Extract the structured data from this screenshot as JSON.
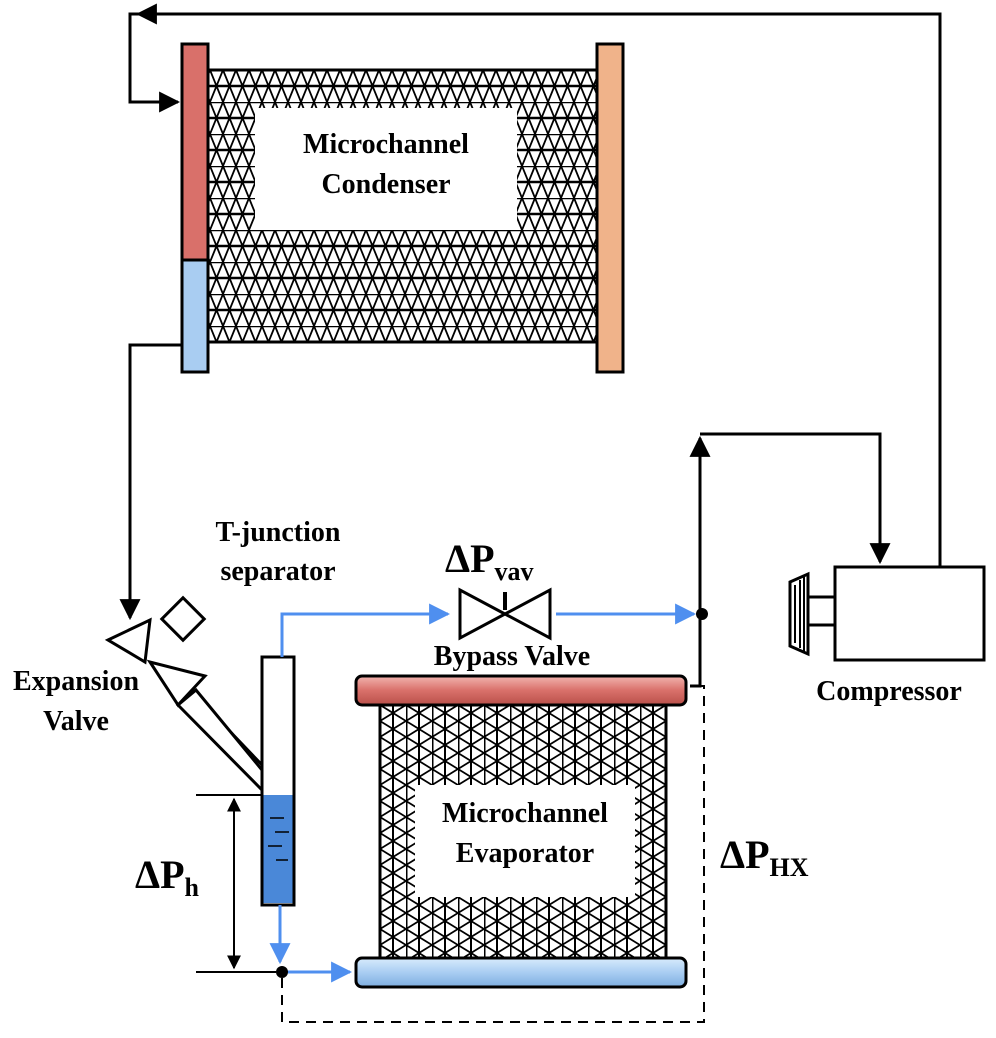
{
  "labels": {
    "condenser_line1": "Microchannel",
    "condenser_line2": "Condenser",
    "evaporator_line1": "Microchannel",
    "evaporator_line2": "Evaporator",
    "tjunction_line1": "T-junction",
    "tjunction_line2": "separator",
    "expansion_line1": "Expansion",
    "expansion_line2": "Valve",
    "bypass": "Bypass Valve",
    "compressor": "Compressor",
    "dp_vav_main": "ΔP",
    "dp_vav_sub": "vav",
    "dp_h_main": "ΔP",
    "dp_h_sub": "h",
    "dp_hx_main": "ΔP",
    "dp_hx_sub": "HX"
  },
  "colors": {
    "line_black": "#000000",
    "line_blue": "#4f8fef",
    "header_red": "#d9706a",
    "header_blue": "#a9cdf2",
    "header_orange": "#f0b38a",
    "liquid_blue": "#4a88d8"
  }
}
